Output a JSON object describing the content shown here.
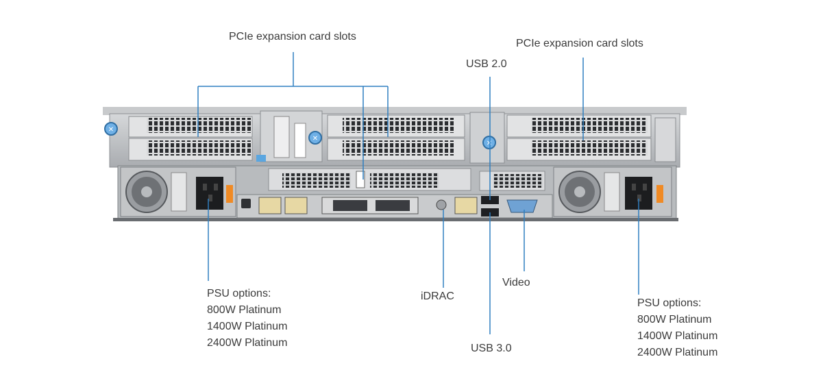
{
  "colors": {
    "callout_line": "#2f7fc0",
    "chassis": "#c4c6c8",
    "chassis_dark": "#5c6065",
    "screw": "#6fb0e6",
    "psu_handle": "#f08a24"
  },
  "labels": {
    "pcie_left": "PCIe expansion card slots",
    "pcie_right": "PCIe expansion card slots",
    "usb20": "USB 2.0",
    "usb30": "USB 3.0",
    "idrac": "iDRAC",
    "video": "Video",
    "psu_left": {
      "title": "PSU options:",
      "options": [
        "800W Platinum",
        "1400W Platinum",
        "2400W Platinum"
      ]
    },
    "psu_right": {
      "title": "PSU options:",
      "options": [
        "800W Platinum",
        "1400W Platinum",
        "2400W Platinum"
      ]
    }
  }
}
